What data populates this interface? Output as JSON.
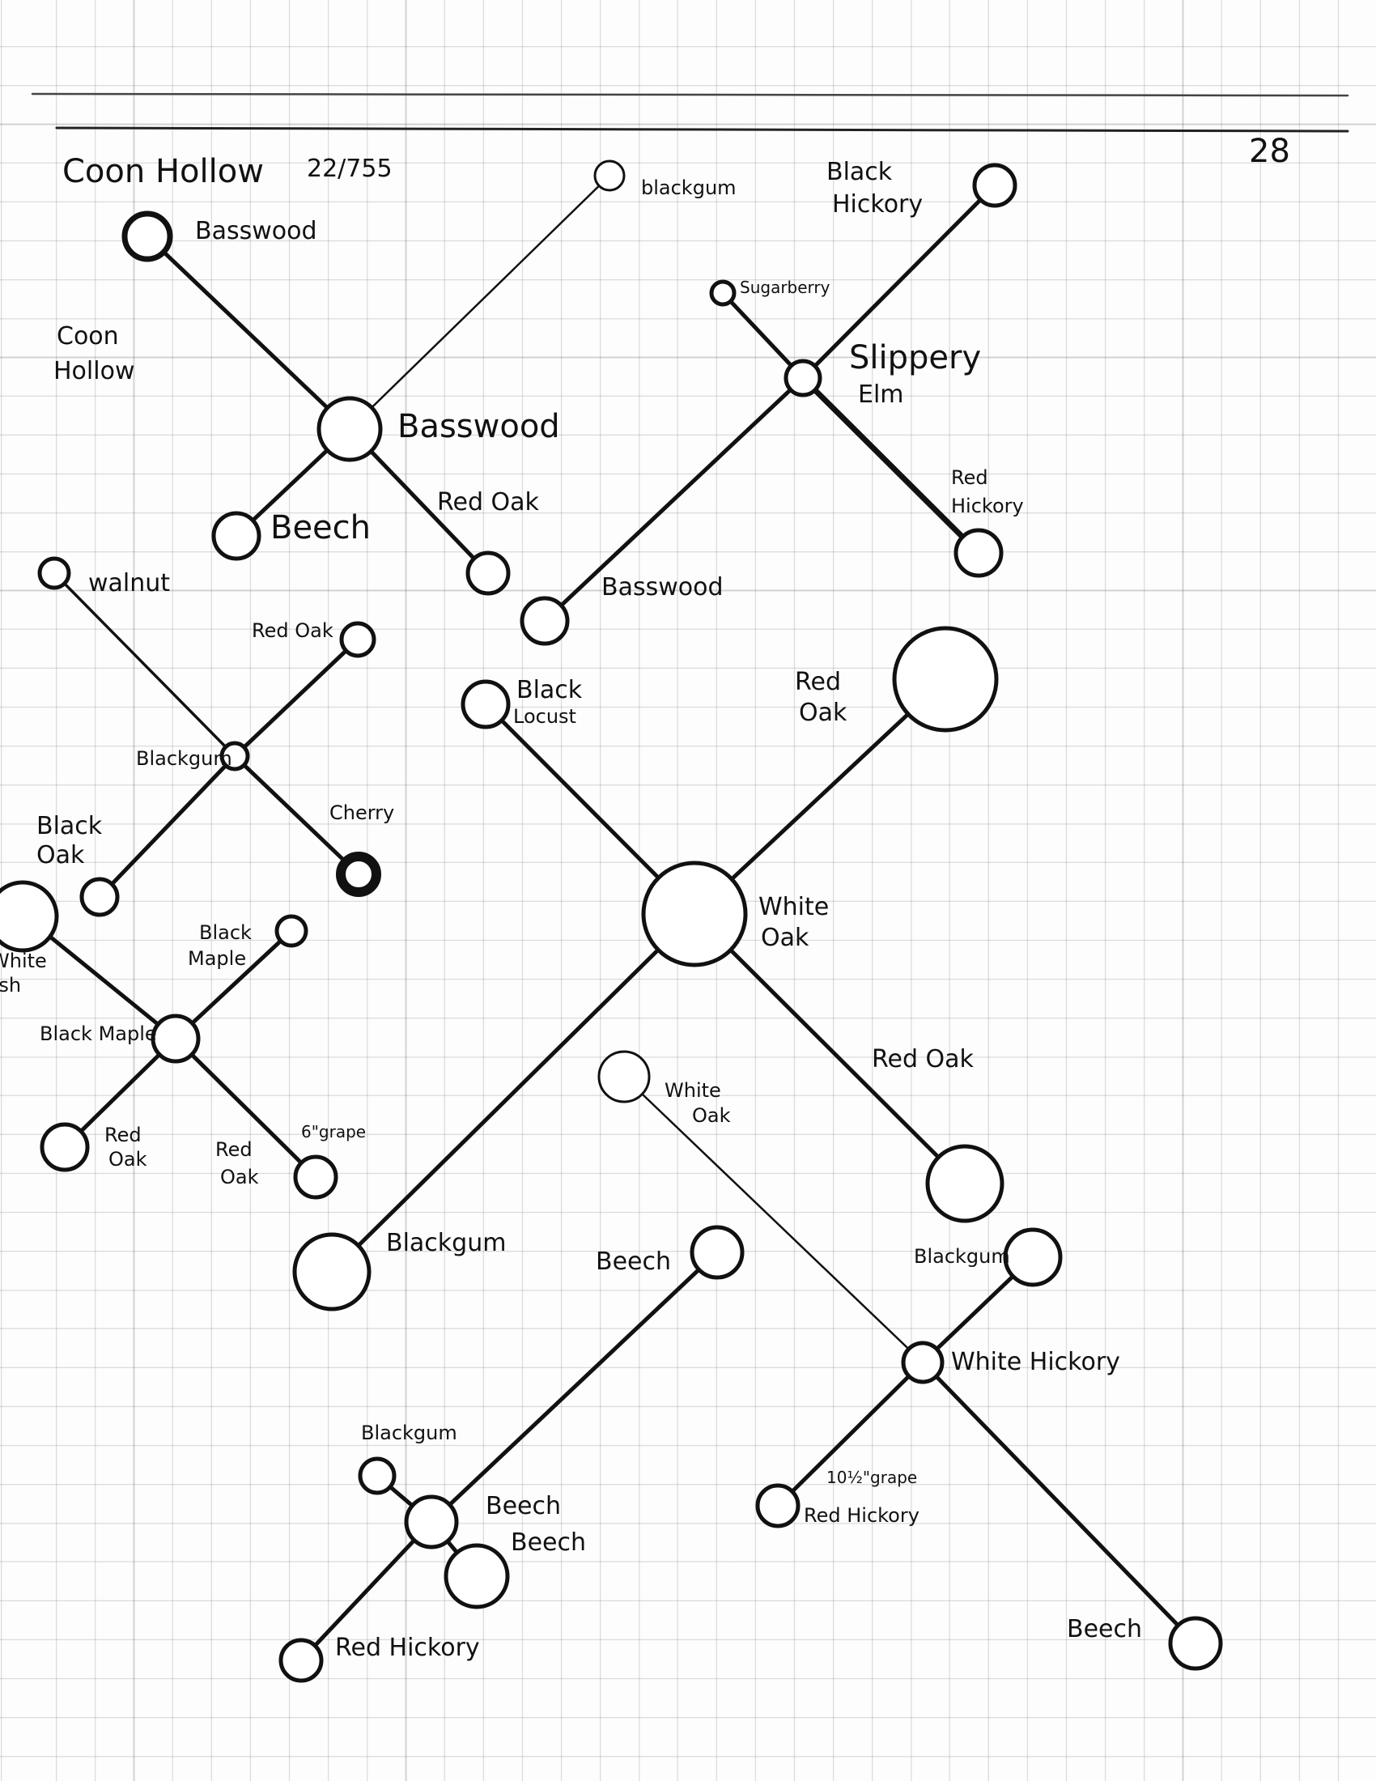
{
  "header": {
    "title": "Coon Hollow",
    "number": "22/755",
    "page": "28"
  },
  "side_note": [
    "Coon",
    "Hollow"
  ],
  "labels": {
    "basswood_top": "Basswood",
    "basswood_center": "Basswood",
    "blackgum_top": "blackgum",
    "beech_1": "Beech",
    "red_oak_1": "Red Oak",
    "black_hickory": [
      "Black",
      "Hickory"
    ],
    "sugarberry": "Sugarberry",
    "slippery_elm": [
      "Slippery",
      "Elm"
    ],
    "red_hickory_1": [
      "Red",
      "Hickory"
    ],
    "basswood_2": "Basswood",
    "walnut": "walnut",
    "red_oak_2": "Red Oak",
    "blackgum_2": "Blackgum",
    "cherry": "Cherry",
    "black_oak": [
      "Black",
      "Oak"
    ],
    "white_ash": [
      "White",
      "Ash"
    ],
    "black_maple_1": [
      "Black",
      "Maple"
    ],
    "black_maple_center": "Black Maple",
    "red_oak_3": [
      "Red",
      "Oak"
    ],
    "red_oak_4": [
      "Red",
      "Oak"
    ],
    "grape_6": "6\"grape",
    "black_locust": [
      "Black",
      "Locust"
    ],
    "red_oak_big": [
      "Red",
      "Oak"
    ],
    "white_oak_center": [
      "White",
      "Oak"
    ],
    "red_oak_5": "Red Oak",
    "blackgum_3": "Blackgum",
    "white_oak_2": [
      "White",
      "Oak"
    ],
    "blackgum_4": "Blackgum",
    "white_hickory": "White Hickory",
    "grape_10": "10½\"grape",
    "red_hickory_2": "Red Hickory",
    "beech_2": "Beech",
    "beech_3": "Beech",
    "blackgum_5": "Blackgum",
    "beech_center": "Beech",
    "beech_lower": "Beech",
    "red_hickory_3": "Red Hickory"
  }
}
